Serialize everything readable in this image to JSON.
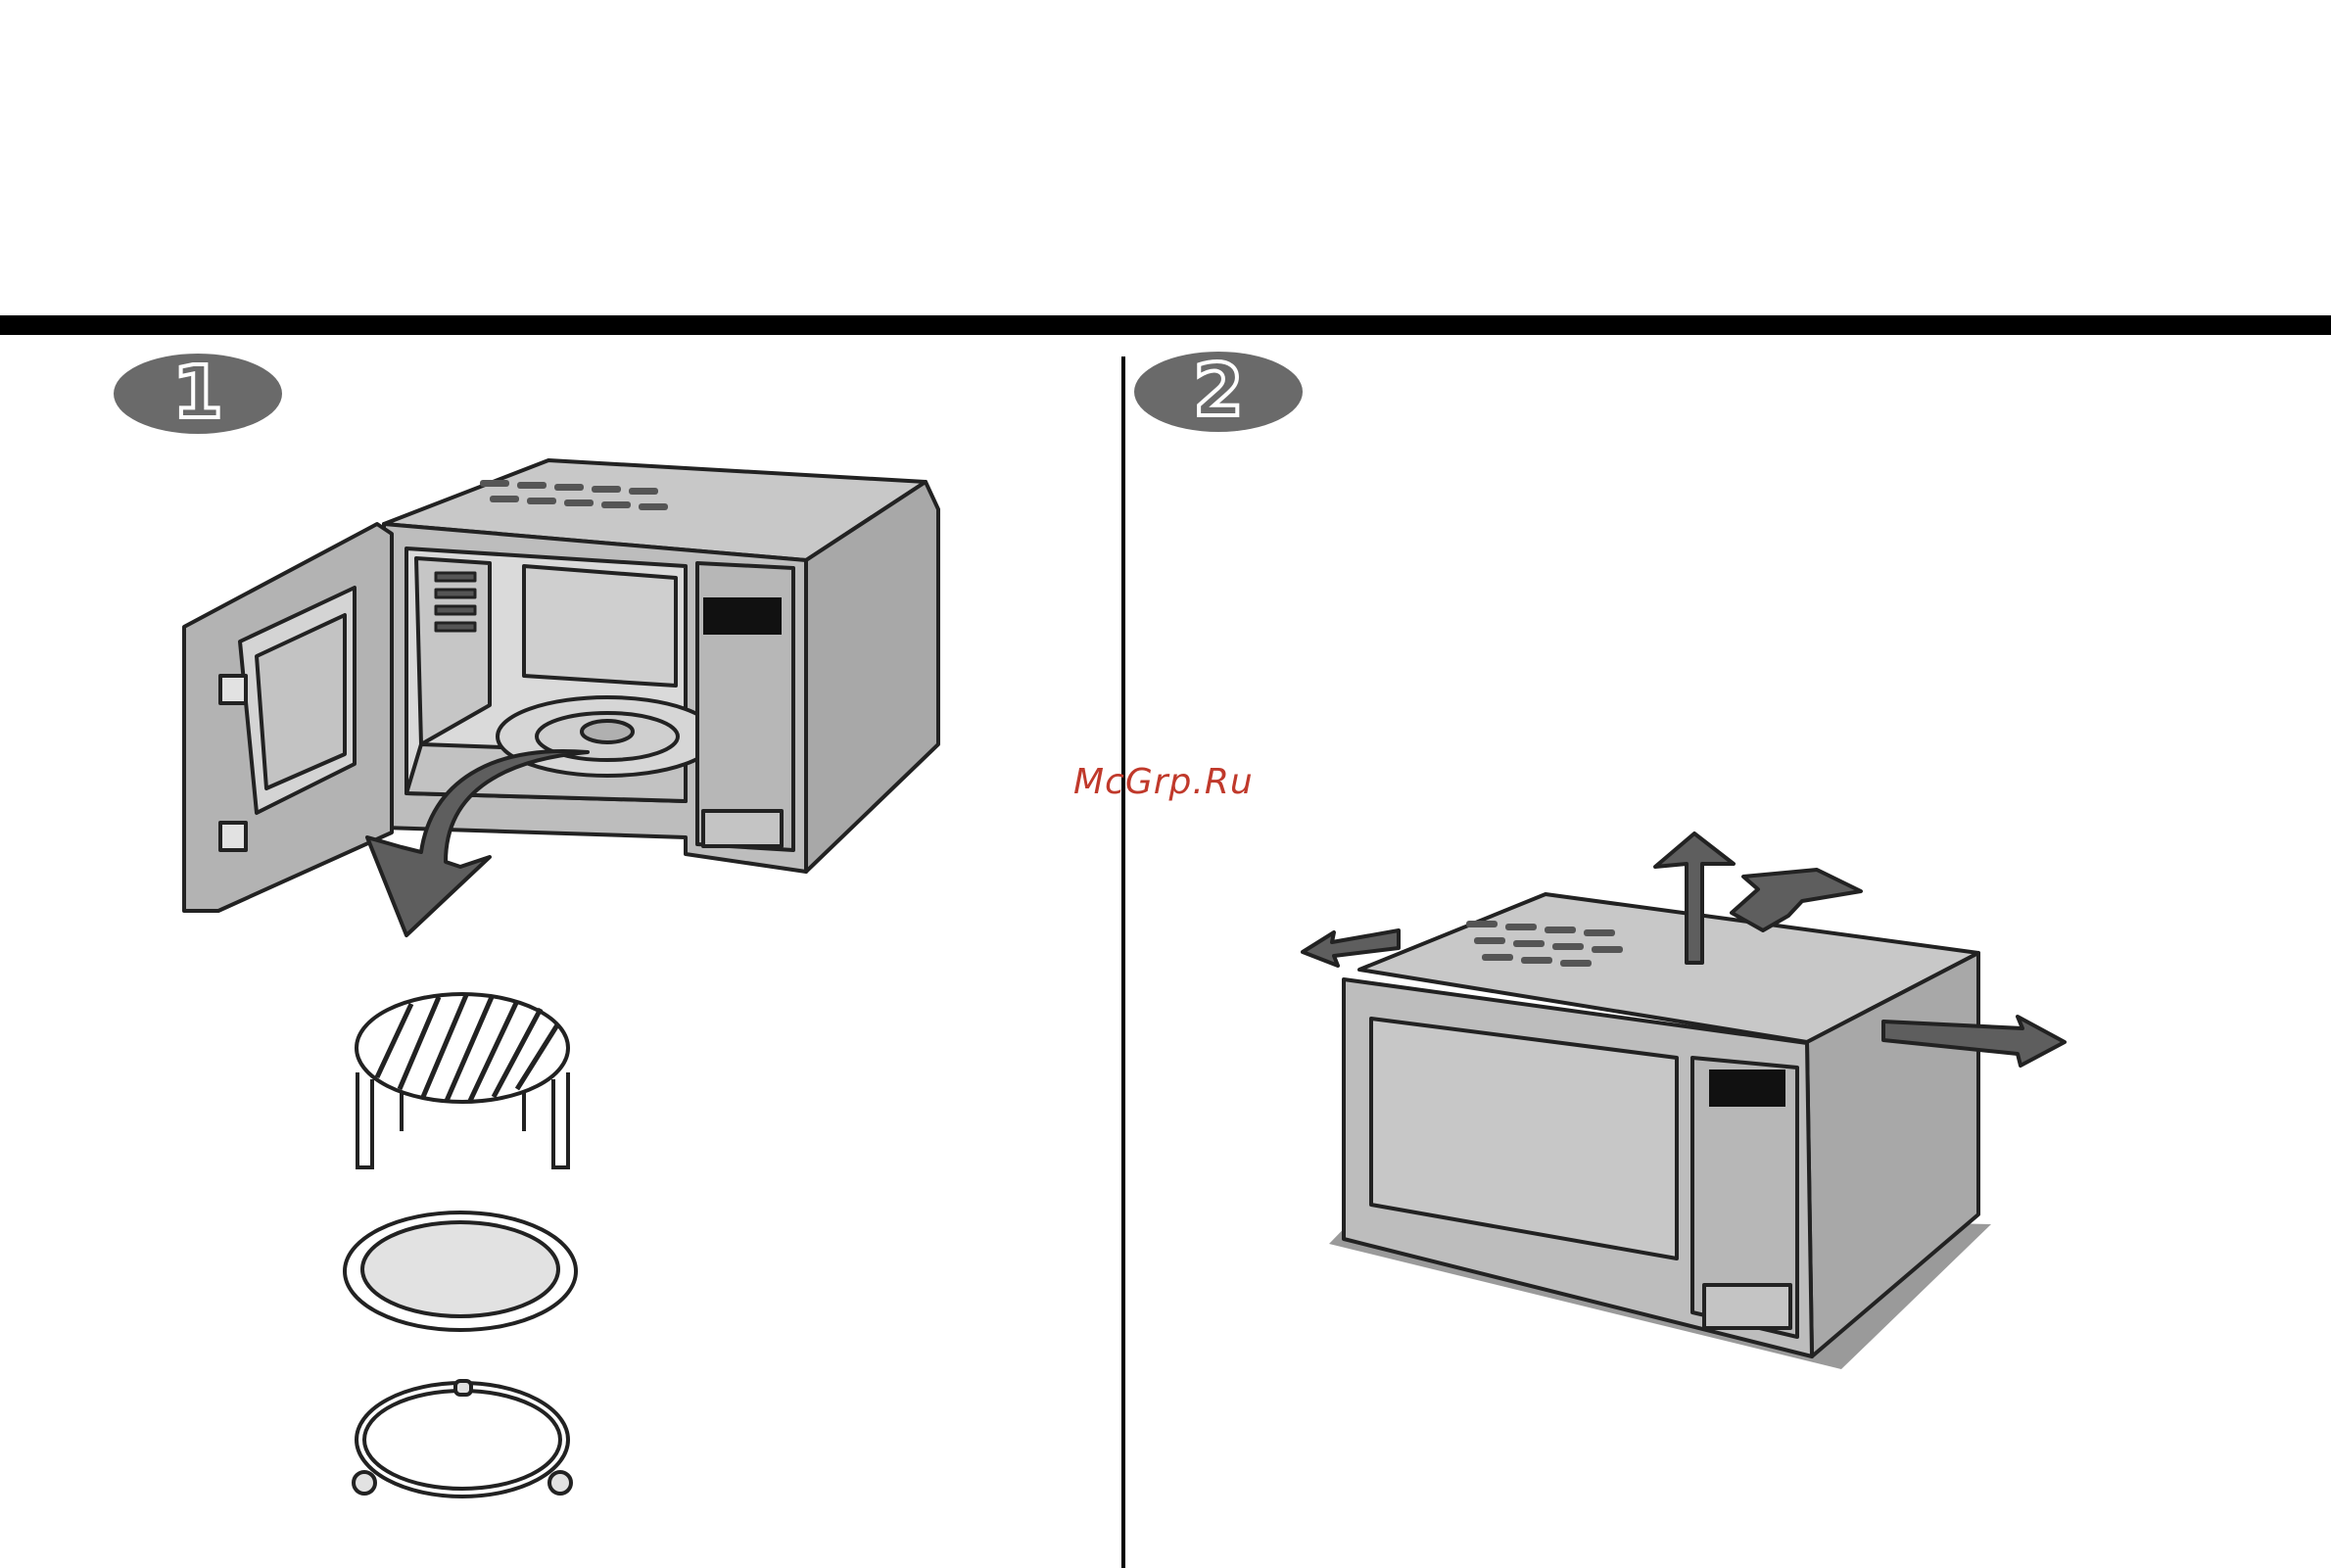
{
  "steps": [
    {
      "number": "1"
    },
    {
      "number": "2"
    }
  ],
  "watermark": "McGrp.Ru",
  "colors": {
    "rule": "#000000",
    "badge_fill": "#6a6a6a",
    "appliance_body": "#bdbdbd",
    "appliance_dark": "#9a9a9a",
    "arrow_fill": "#5e5e5e",
    "outline": "#222222",
    "watermark": "#c0392b"
  },
  "illustrations": {
    "step1": [
      "open-microwave",
      "removal-arrow",
      "grill-rack",
      "glass-tray",
      "roller-ring"
    ],
    "step2": [
      "closed-microwave",
      "ventilation-arrows"
    ]
  }
}
